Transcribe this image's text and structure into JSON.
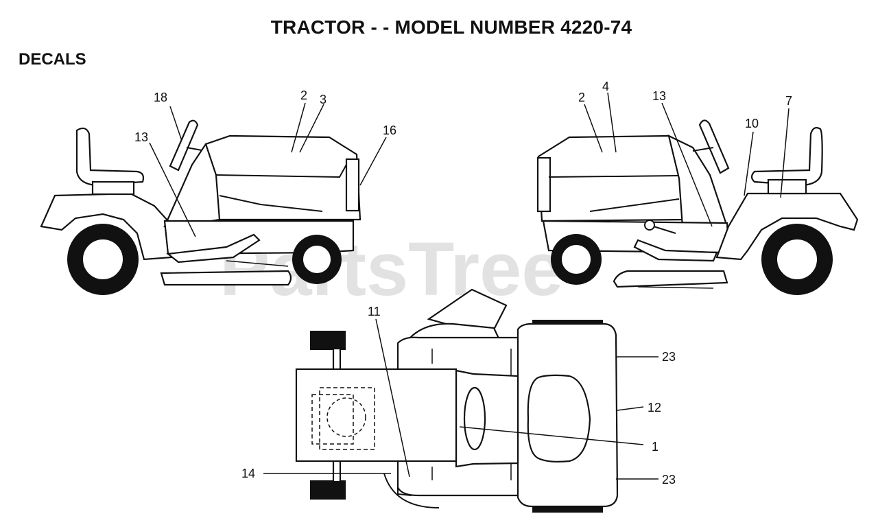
{
  "header": {
    "title": "TRACTOR - - MODEL NUMBER 4220-74",
    "section": "DECALS"
  },
  "watermark": "PartsTree",
  "callouts": {
    "left_view": [
      "18",
      "2",
      "3",
      "16",
      "13"
    ],
    "right_view": [
      "2",
      "4",
      "13",
      "7",
      "10"
    ],
    "top_view": [
      "11",
      "23",
      "12",
      "1",
      "23",
      "14"
    ]
  }
}
